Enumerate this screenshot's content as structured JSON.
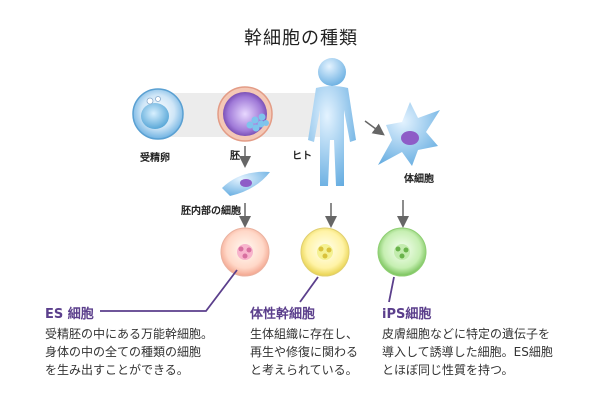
{
  "title": "幹細胞の種類",
  "labels": {
    "egg": "受精卵",
    "embryo": "胚",
    "human": "ヒト",
    "inner_cell_mass": "胚内部の細胞",
    "somatic_cell": "体細胞"
  },
  "sections": [
    {
      "heading": "ES 細胞",
      "lines": [
        "受精胚の中にある万能幹細胞。",
        "身体の中の全ての種類の細胞",
        "を生み出すことができる。"
      ]
    },
    {
      "heading": "体性幹細胞",
      "lines": [
        "生体組織に存在し、",
        "再生や修復に関わる",
        "と考えられている。"
      ]
    },
    {
      "heading": "iPS細胞",
      "lines": [
        "皮膚細胞などに特定の遺伝子を",
        "導入して誘導した細胞。ES細胞",
        "とほぼ同じ性質を持つ。"
      ]
    }
  ],
  "colors": {
    "heading": "#5b3f8c",
    "arrow": "#666666",
    "cell_blue": "#7fbbe6",
    "embryo_purple": "#8e5cc7"
  }
}
